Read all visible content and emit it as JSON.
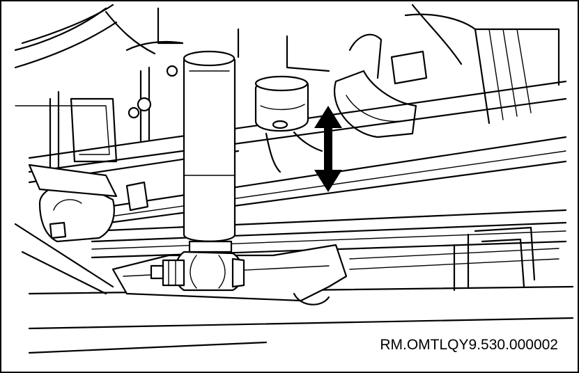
{
  "figure": {
    "reference_code": "RM.OMTLQY9.530.000002",
    "components": {
      "shock_absorber": "shock absorber",
      "bump_stop": "rubber bump stop",
      "leaf_spring": "leaf spring",
      "frame_rail": "frame rail",
      "axle": "axle",
      "mount_bolt": "lower mount bolt"
    },
    "movement_indicator": "double-headed vertical arrow",
    "colors": {
      "line": "#000000",
      "background": "#ffffff",
      "arrow": "#000000"
    }
  }
}
